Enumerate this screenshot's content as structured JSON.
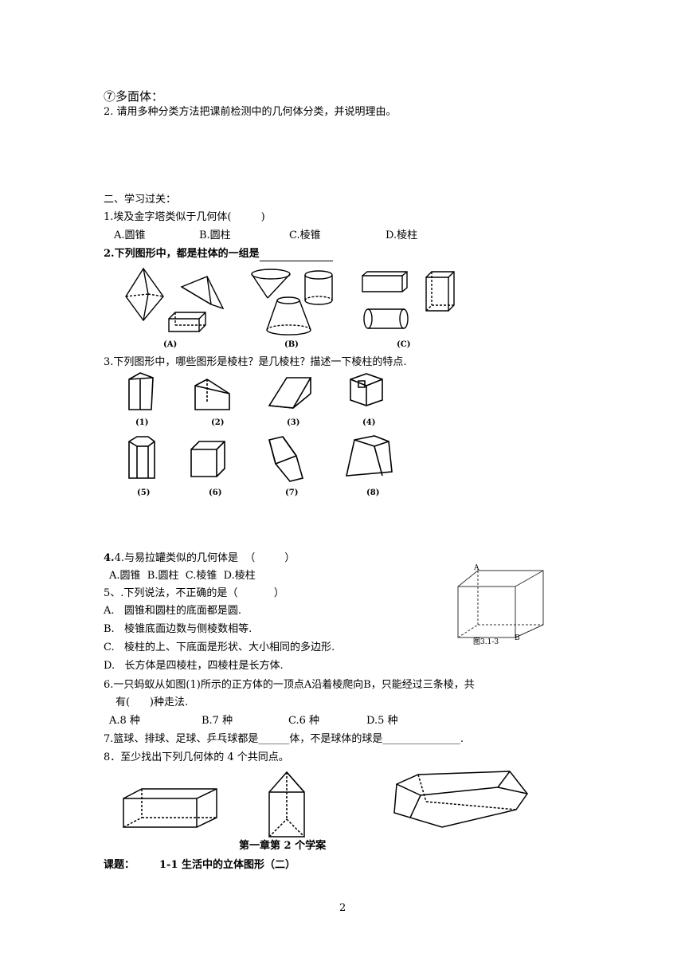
{
  "lines": {
    "l1": "⑦多面体：",
    "l2": "2. 请用多种分类方法把课前检测中的几何体分类，并说明理由。",
    "l3": "二、学习过关：",
    "l4": "1.埃及金字塔类似于几何体(         )",
    "l5a": "A.圆锥",
    "l5b": "B.圆柱",
    "l5c": "C.棱锥",
    "l5d": "D.棱柱",
    "l6": "2.下列图形中，都是柱体的一组是",
    "l7": "3.下列图形中，哪些图形是棱柱？是几棱柱？描述一下棱柱的特点.",
    "l8": "4.与易拉罐类似的几何体是  （         ）",
    "l9": "A.圆锥  B.圆柱  C.棱锥  D.棱柱",
    "l10": "5、.下列说法，不正确的是（           ）",
    "l11": "A.   圆锥和圆柱的底面都是圆.",
    "l12": "B.   棱锥底面边数与侧棱数相等.",
    "l13": "C.   棱柱的上、下底面是形状、大小相同的多边形.",
    "l14": "D.   长方体是四棱柱，四棱柱是长方体.",
    "l15": "6.一只蚂蚁从如图(1)所示的正方体的一顶点A沿着棱爬向B，只能经过三条棱，共",
    "l16": "有(      )种走法.",
    "l17a": "A.8 种",
    "l17b": "B.7 种",
    "l17c": "C.6 种",
    "l17d": "D.5 种",
    "l18": "7.篮球、排球、足球、乒乓球都是______体，不是球体的球是_______________.",
    "l19": "8．至少找出下列几何体的 4 个共同点。",
    "title": "第一章第 2 个学案",
    "topic_label": "课题：",
    "topic": "1-1 生活中的立体图形（二）",
    "page": "2"
  },
  "fig2_labels": [
    "(A)",
    "(B)",
    "(C)"
  ],
  "fig3_labels": [
    "(1)",
    "(2)",
    "(3)",
    "(4)",
    "(5)",
    "(6)",
    "(7)",
    "(8)"
  ],
  "cube_labels": {
    "a": "A",
    "b": "B",
    "caption": "图3.1-3"
  }
}
